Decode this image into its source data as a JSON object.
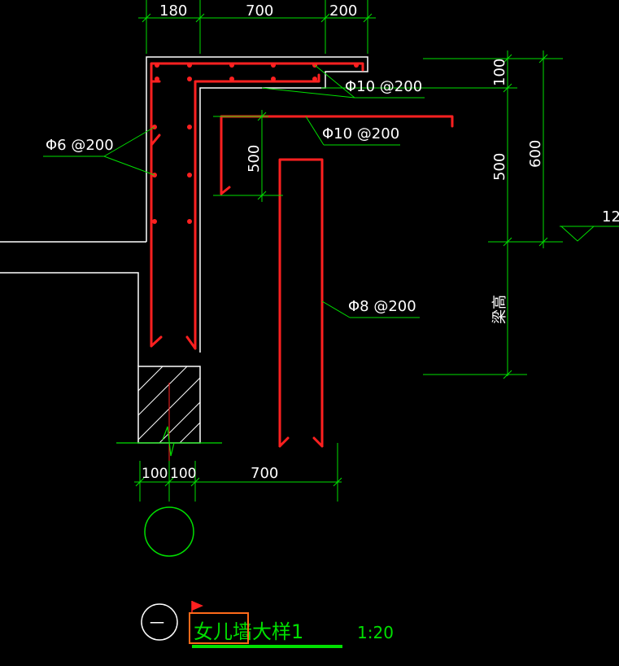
{
  "dimensions": {
    "top": [
      "180",
      "700",
      "200"
    ],
    "bottom": [
      "100",
      "100",
      "700"
    ],
    "right_small": [
      "100",
      "500"
    ],
    "right_total": "600",
    "slab_drop": "500",
    "beam_height_label": "梁高",
    "elevation_fragment": "12"
  },
  "rebar_labels": {
    "top_bars": "Φ10 @200",
    "slab_bars": "Φ10 @200",
    "wall_stirrups": "Φ6 @200",
    "hanging_bars": "Φ8 @200"
  },
  "title": {
    "symbol_text": "一",
    "name": "女儿墙大样1",
    "scale": "1:20"
  },
  "colors": {
    "rebar": "#ff2020",
    "dimension": "#00e000",
    "outline": "#ffffff",
    "background": "#000000",
    "highlight_box": "#ff6a1a"
  }
}
